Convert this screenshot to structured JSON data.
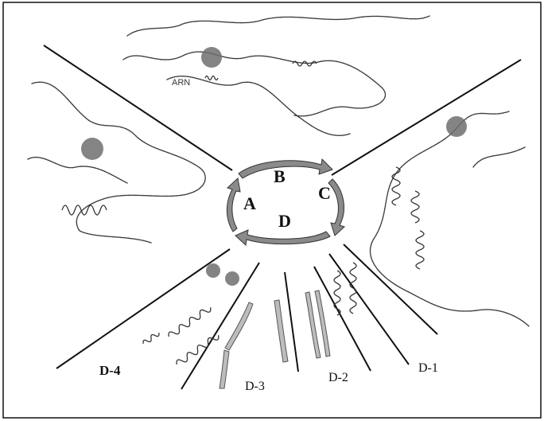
{
  "cycle": {
    "stage_a": "A",
    "stage_b": "B",
    "stage_c": "C",
    "stage_d": "D"
  },
  "substages": {
    "d1": "D-1",
    "d2": "D-2",
    "d3": "D-3",
    "d4": "D-4"
  },
  "annotations": {
    "arn": "ARN"
  }
}
